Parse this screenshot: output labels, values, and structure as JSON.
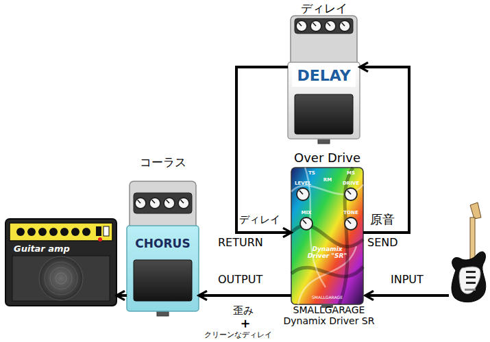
{
  "diagram": {
    "nodes": [
      {
        "text": [
          "ディレイ",
          "DELAY"
        ]
      },
      {
        "text": [
          "Over Drive",
          "TS",
          "MS",
          "RM",
          "LEVEL",
          "DRIVE",
          "MIX",
          "TONE",
          "Dynamix Driver \"SR\"",
          "SMALLGARAGE"
        ]
      },
      {
        "text": [
          "コーラス",
          "CHORUS"
        ]
      },
      {
        "text": [
          "Guitar amp"
        ]
      }
    ],
    "edges": [
      {
        "from": 1,
        "to": 0,
        "label": "原音",
        "arrow": "to"
      },
      {
        "from": 0,
        "to": 1,
        "label": "ディレイ",
        "arrow": "to"
      },
      {
        "from": 1,
        "to": 2,
        "label": "OUTPUT",
        "arrow": "to"
      },
      {
        "from": 2,
        "to": 3,
        "arrow": "to"
      }
    ],
    "labels": [
      "RETURN",
      "SEND",
      "INPUT",
      "SMALLGARAGE",
      "Dynamix Driver SR",
      "歪み",
      "＋",
      "クリーンなディレイ"
    ]
  }
}
